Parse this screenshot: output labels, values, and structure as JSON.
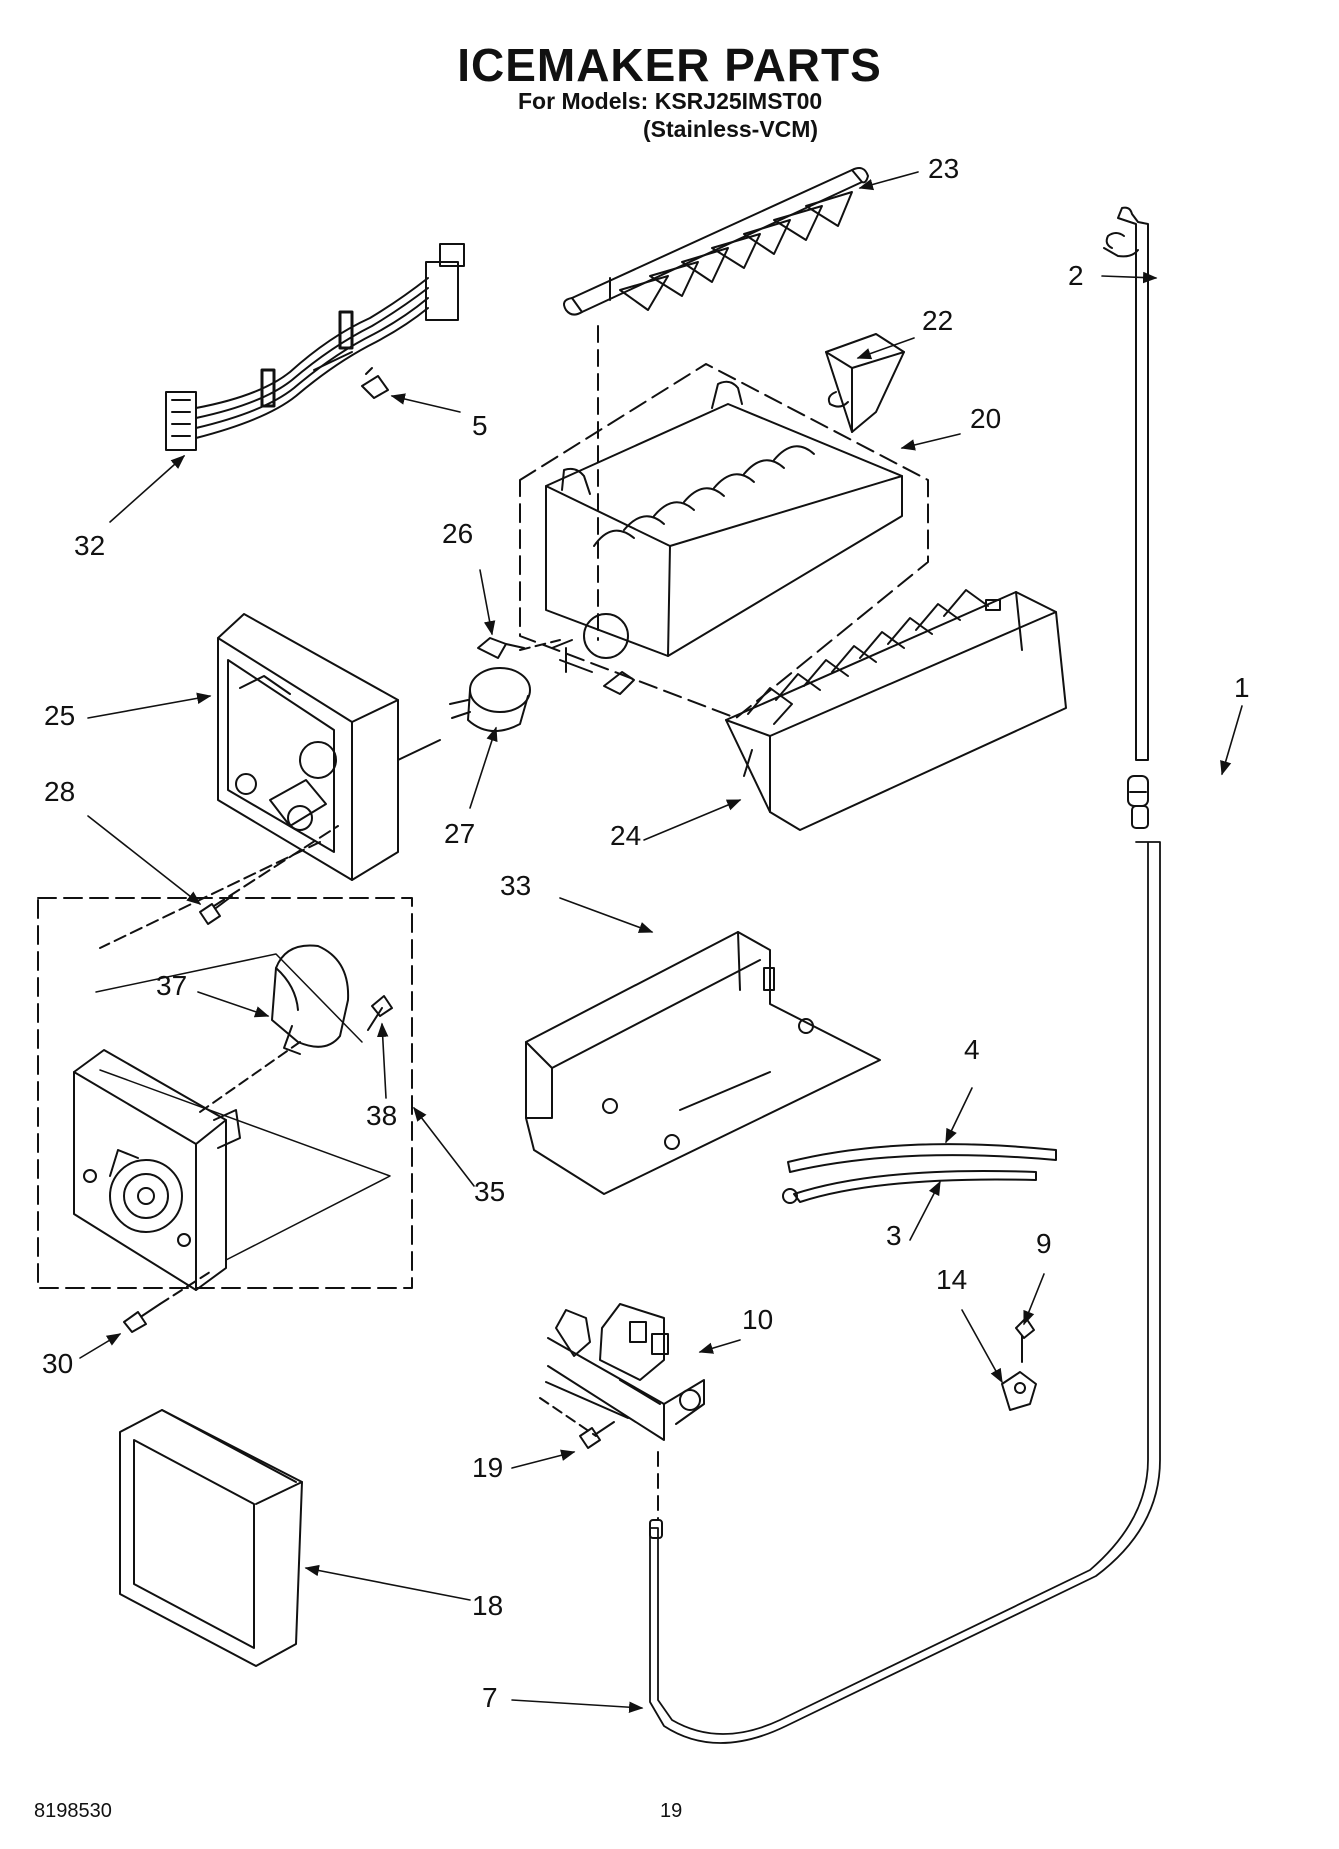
{
  "header": {
    "title": "ICEMAKER PARTS",
    "models_line": "For Models: KSRJ25IMST00",
    "variant_line": "(Stainless-VCM)"
  },
  "callouts": {
    "c1": "1",
    "c2": "2",
    "c3": "3",
    "c4": "4",
    "c5": "5",
    "c7": "7",
    "c9": "9",
    "c10": "10",
    "c14": "14",
    "c18": "18",
    "c19": "19",
    "c20": "20",
    "c22": "22",
    "c23": "23",
    "c24": "24",
    "c25": "25",
    "c26": "26",
    "c27": "27",
    "c28": "28",
    "c30": "30",
    "c32": "32",
    "c33": "33",
    "c35": "35",
    "c37": "37",
    "c38": "38"
  },
  "footer": {
    "doc_number": "8198530",
    "page_number": "19"
  }
}
